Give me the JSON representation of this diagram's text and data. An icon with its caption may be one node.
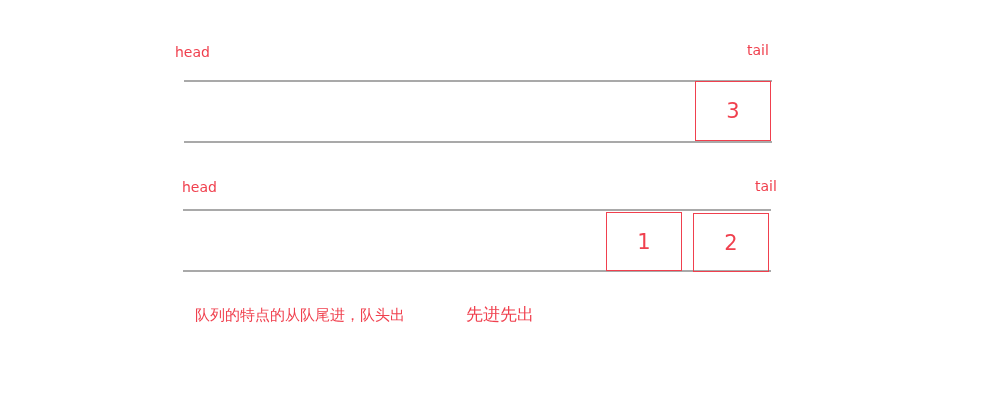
{
  "diagram": {
    "nodes": [
      {
        "text": [
          "3"
        ]
      },
      {
        "text": [
          "1"
        ]
      },
      {
        "text": [
          "2"
        ]
      }
    ],
    "labels": [
      "head",
      "tail",
      "head",
      "tail",
      "队列的特点的从队尾进，队头出",
      "先进先出"
    ]
  }
}
